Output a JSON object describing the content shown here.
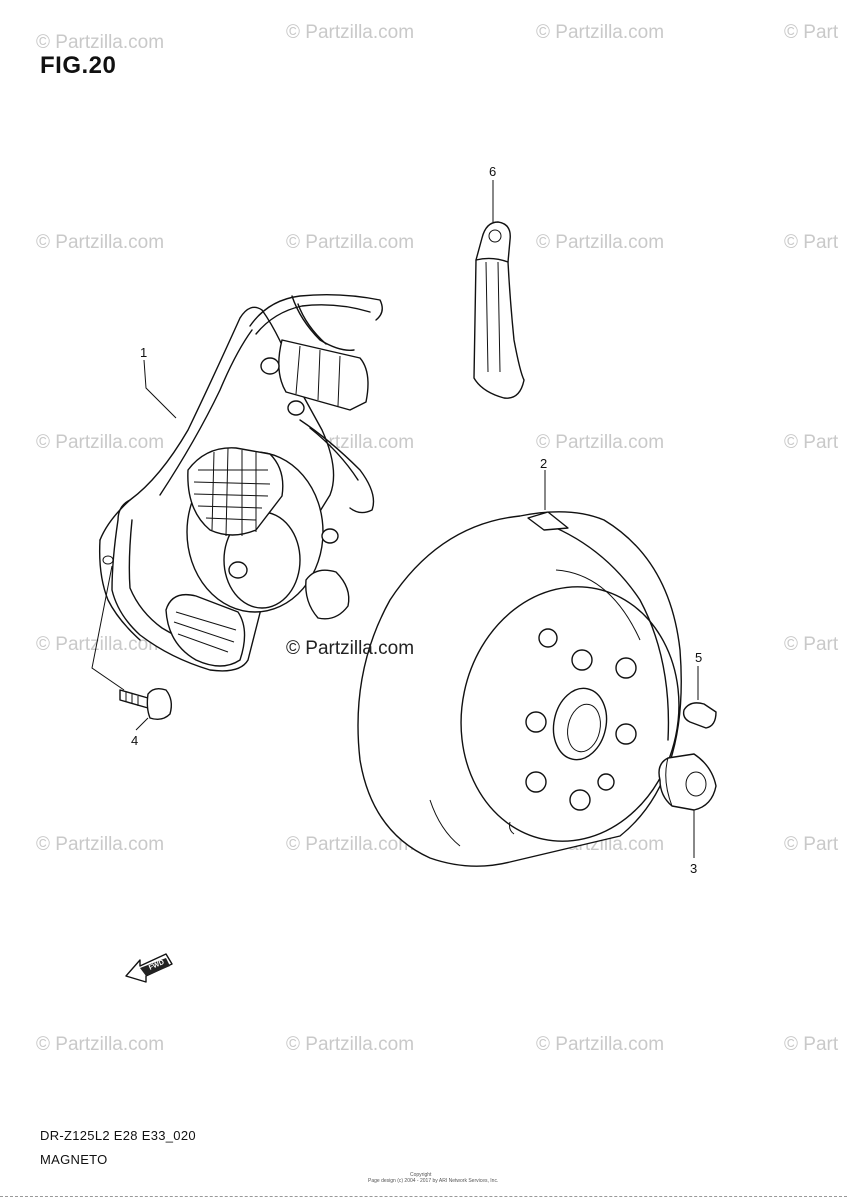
{
  "figure": {
    "title": "FIG.20"
  },
  "watermark": {
    "text": "© Partzilla.com",
    "text_cut": "© Part",
    "center_text": "© Partzilla.com"
  },
  "callouts": [
    "1",
    "2",
    "3",
    "4",
    "5",
    "6"
  ],
  "fwd_label": "FWD",
  "footer": {
    "code": "DR-Z125L2 E28 E33_020",
    "name": "MAGNETO",
    "copyright_small_1": "Copyright",
    "copyright_small_2": "Page design (c) 2004 - 2017 by ARI Network Services, Inc."
  }
}
